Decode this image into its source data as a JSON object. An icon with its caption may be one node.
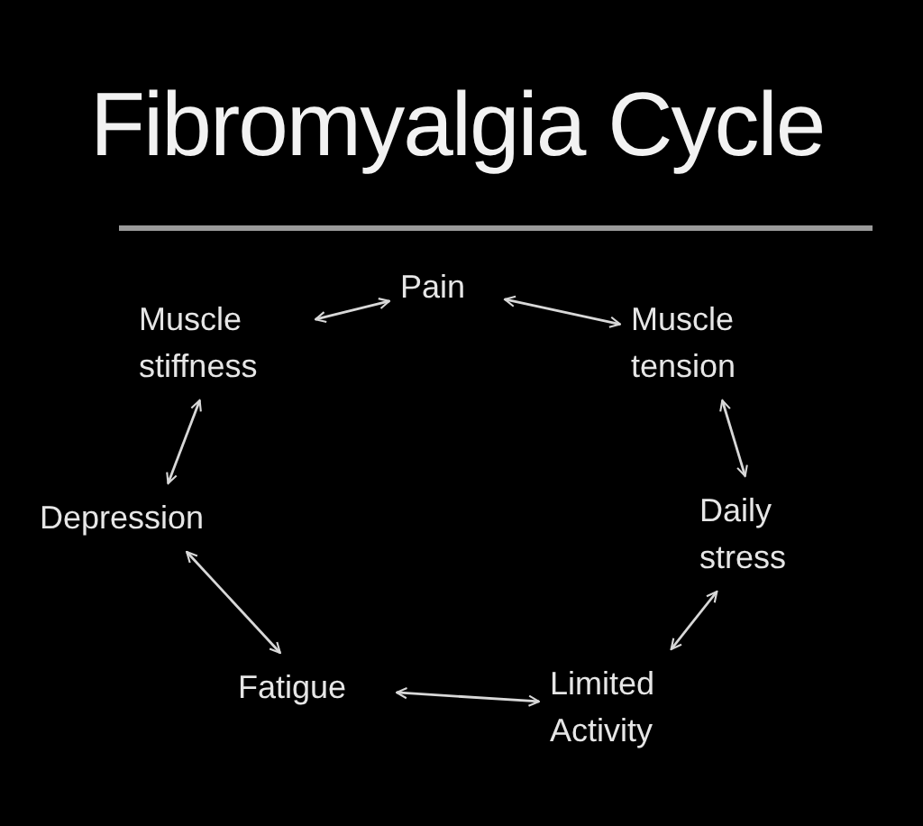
{
  "diagram": {
    "title": "Fibromyalgia Cycle",
    "nodes": [
      {
        "text": [
          "Pain"
        ]
      },
      {
        "text": [
          "Muscle tension"
        ]
      },
      {
        "text": [
          "Daily stress"
        ]
      },
      {
        "text": [
          "Limited Activity"
        ]
      },
      {
        "text": [
          "Fatigue"
        ]
      },
      {
        "text": [
          "Depression"
        ]
      },
      {
        "text": [
          "Muscle stiffness"
        ]
      }
    ],
    "edges": [
      {
        "from": 0,
        "to": 6,
        "arrow": "both"
      },
      {
        "from": 0,
        "to": 1,
        "arrow": "both"
      },
      {
        "from": 1,
        "to": 2,
        "arrow": "both"
      },
      {
        "from": 2,
        "to": 3,
        "arrow": "both"
      },
      {
        "from": 3,
        "to": 4,
        "arrow": "both"
      },
      {
        "from": 4,
        "to": 5,
        "arrow": "both"
      },
      {
        "from": 5,
        "to": 6,
        "arrow": "both"
      }
    ]
  }
}
